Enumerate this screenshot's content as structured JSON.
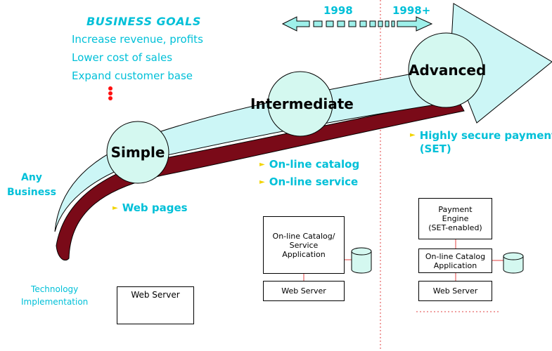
{
  "business_goals": {
    "title": "BUSINESS GOALS",
    "items": [
      "Increase revenue, profits",
      "Lower cost of sales",
      "Expand customer base"
    ]
  },
  "timeline": {
    "year_left": "1998",
    "year_right": "1998+"
  },
  "left_labels": {
    "any_business": "Any\nBusiness",
    "technology": "Technology\nImplementation"
  },
  "stages": [
    {
      "name": "Simple",
      "features": [
        "Web pages"
      ]
    },
    {
      "name": "Intermediate",
      "features": [
        "On-line catalog",
        "On-line service"
      ]
    },
    {
      "name": "Advanced",
      "features": [
        "Highly secure payments\n(SET)"
      ]
    }
  ],
  "implementation": {
    "simple": {
      "web_server": "Web Server"
    },
    "intermediate": {
      "app": "On-line Catalog/\nService\nApplication",
      "web_server": "Web Server"
    },
    "advanced": {
      "payment": "Payment\nEngine\n(SET-enabled)",
      "catalog": "On-line Catalog\nApplication",
      "web_server": "Web Server"
    }
  },
  "colors": {
    "arrow_fill": "#ccf6f6",
    "arrow_shadow": "#7a0a18",
    "text_cyan": "#00c0d8",
    "circle_fill": "#d4f8f0",
    "divider": "#e04040",
    "bullet": "#f2d400"
  }
}
